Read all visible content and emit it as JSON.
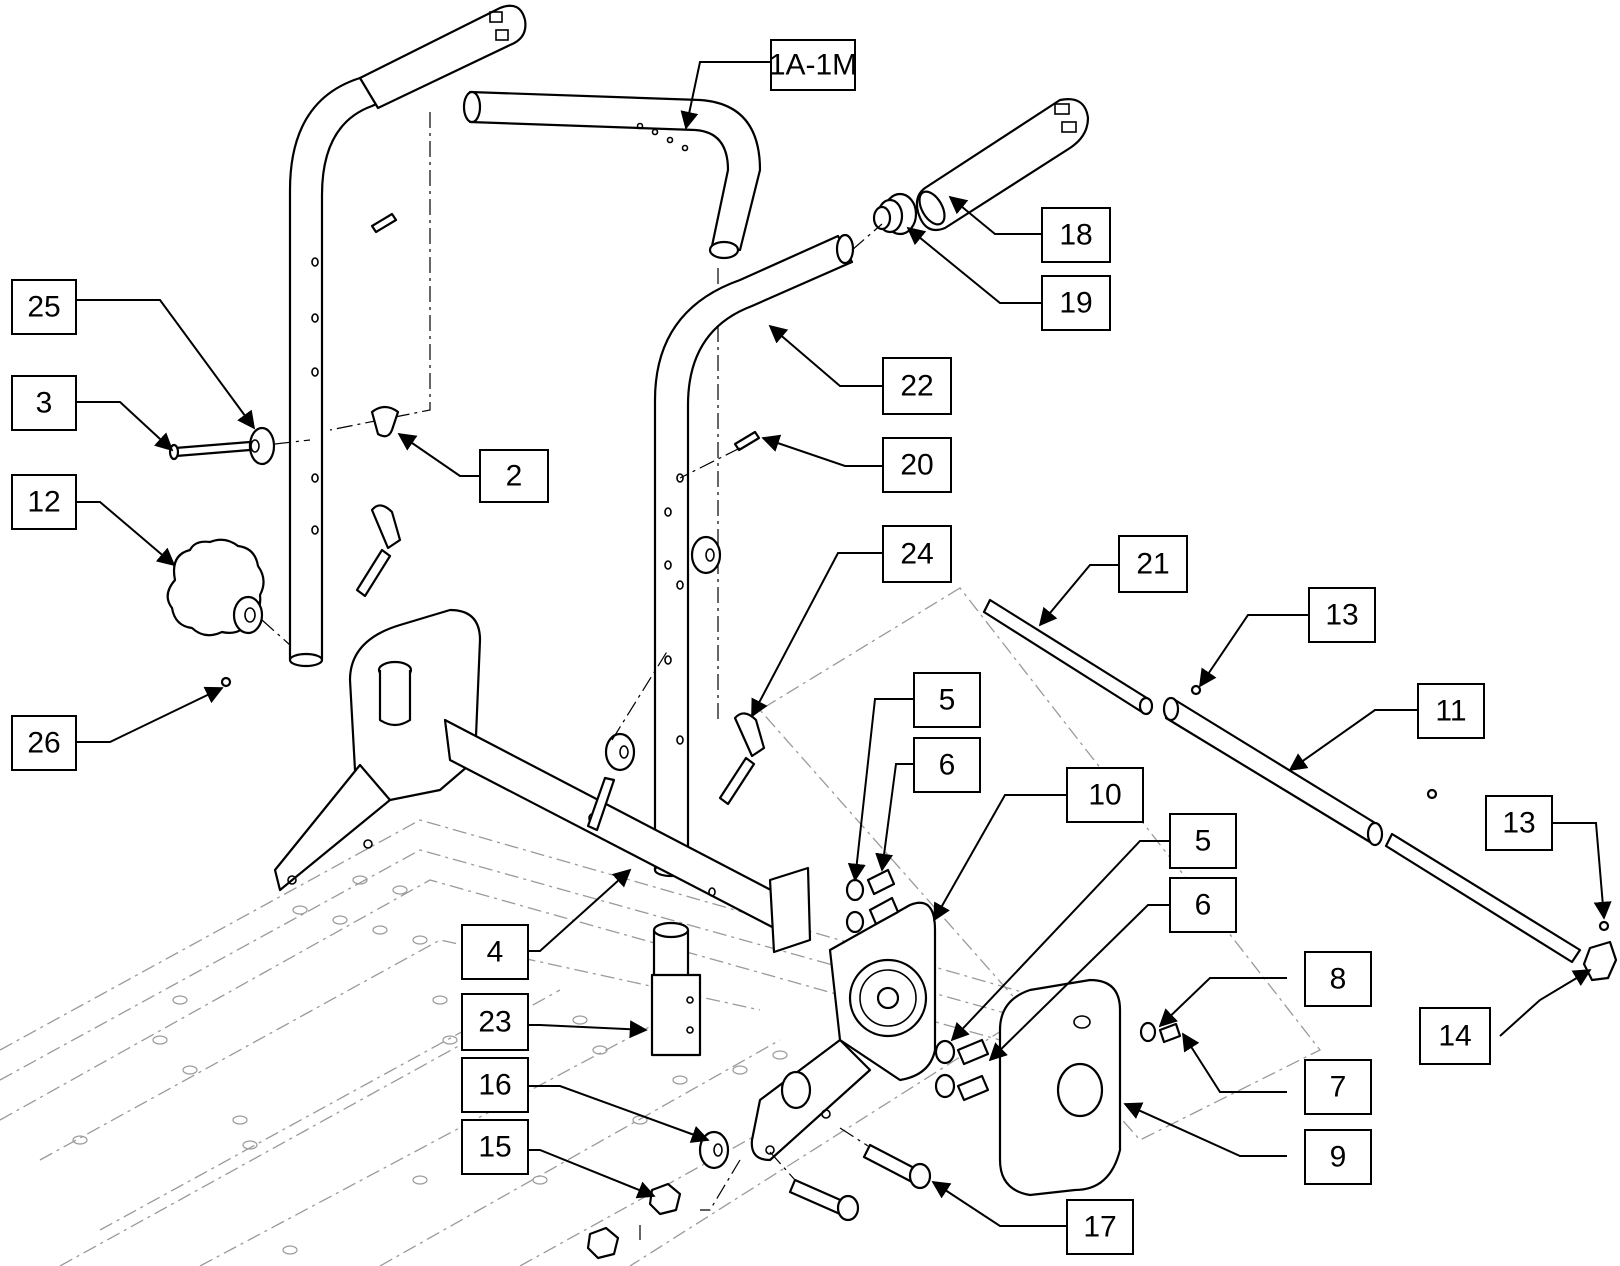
{
  "diagram": {
    "type": "exploded-parts-view",
    "colors": {
      "line": "#000000",
      "phantom": "#9a9a9a",
      "background": "#ffffff"
    }
  },
  "callouts": [
    {
      "id": "1A-1M",
      "label": "1A-1M"
    },
    {
      "id": "2",
      "label": "2"
    },
    {
      "id": "3",
      "label": "3"
    },
    {
      "id": "4",
      "label": "4"
    },
    {
      "id": "5a",
      "label": "5"
    },
    {
      "id": "5b",
      "label": "5"
    },
    {
      "id": "6a",
      "label": "6"
    },
    {
      "id": "6b",
      "label": "6"
    },
    {
      "id": "7",
      "label": "7"
    },
    {
      "id": "8",
      "label": "8"
    },
    {
      "id": "9",
      "label": "9"
    },
    {
      "id": "10",
      "label": "10"
    },
    {
      "id": "11",
      "label": "11"
    },
    {
      "id": "12",
      "label": "12"
    },
    {
      "id": "13a",
      "label": "13"
    },
    {
      "id": "13b",
      "label": "13"
    },
    {
      "id": "14",
      "label": "14"
    },
    {
      "id": "15",
      "label": "15"
    },
    {
      "id": "16",
      "label": "16"
    },
    {
      "id": "17",
      "label": "17"
    },
    {
      "id": "18",
      "label": "18"
    },
    {
      "id": "19",
      "label": "19"
    },
    {
      "id": "20",
      "label": "20"
    },
    {
      "id": "21",
      "label": "21"
    },
    {
      "id": "22",
      "label": "22"
    },
    {
      "id": "23",
      "label": "23"
    },
    {
      "id": "24",
      "label": "24"
    },
    {
      "id": "25",
      "label": "25"
    },
    {
      "id": "26",
      "label": "26"
    }
  ]
}
